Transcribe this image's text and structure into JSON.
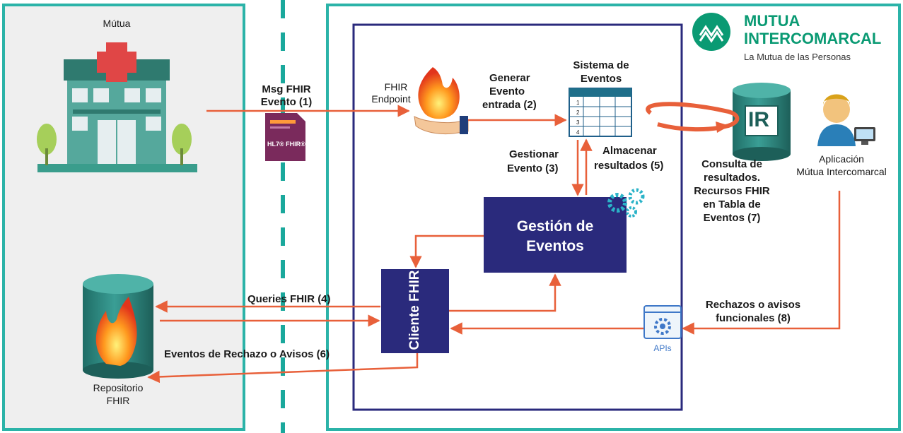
{
  "left_panel": {
    "title": "Mútua",
    "repo_label_line1": "Repositorio",
    "repo_label_line2": "FHIR"
  },
  "brand": {
    "name_line1": "MUTUA",
    "name_line2": "INTERCOMARCAL",
    "tagline": "La Mutua de las Personas",
    "color": "#0a9a73"
  },
  "badge": {
    "hl7": "HL7® FHIR®"
  },
  "labels": {
    "msg_line1": "Msg FHIR",
    "msg_line2": "Evento (1)",
    "endpoint_line1": "FHIR",
    "endpoint_line2": "Endpoint",
    "generar_line1": "Generar",
    "generar_line2": "Evento",
    "generar_line3": "entrada (2)",
    "sistema_line1": "Sistema de",
    "sistema_line2": "Eventos",
    "gestionar_line1": "Gestionar",
    "gestionar_line2": "Evento (3)",
    "almacenar_line1": "Almacenar",
    "almacenar_line2": "resultados (5)",
    "ir": "IR",
    "consulta_line1": "Consulta de",
    "consulta_line2": "resultados.",
    "consulta_line3": "Recursos FHIR",
    "consulta_line4": "en Tabla de",
    "consulta_line5": "Eventos (7)",
    "app_line1": "Aplicación",
    "app_line2": "Mútua Intercomarcal",
    "gestion_line1": "Gestión de",
    "gestion_line2": "Eventos",
    "cliente": "Cliente FHIR",
    "queries": "Queries FHIR (4)",
    "rechazo": "Eventos de Rechazo o Avisos (6)",
    "rechazos8_line1": "Rechazos o avisos",
    "rechazos8_line2": "funcionales (8)",
    "apis": "APIs"
  },
  "table_rows": [
    "1",
    "2",
    "3",
    "4"
  ],
  "colors": {
    "teal_border": "#2bb3a8",
    "navy": "#2a2a7c",
    "arrow": "#e8603a"
  }
}
